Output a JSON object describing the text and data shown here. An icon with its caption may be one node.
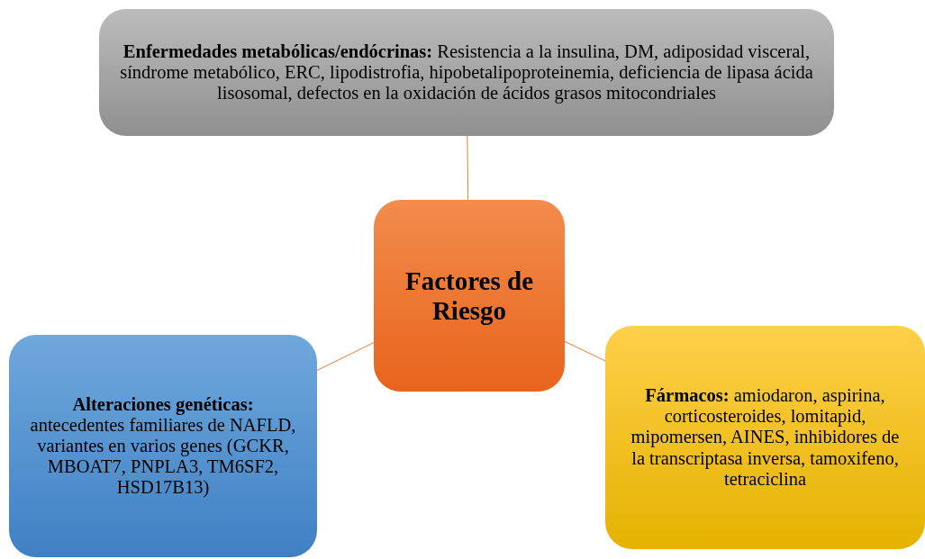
{
  "diagram": {
    "nodes": [
      {
        "text": [
          "Factores de Riesgo"
        ]
      },
      {
        "text": [
          "**Enfermedades metabólicas/endócrinas:** Resistencia a la insulina, DM, adiposidad visceral, síndrome metabólico, ERC, lipodistrofia, hipobetalipoproteinemia, deficiencia de lipasa ácida lisosomal, defectos en la oxidación de ácidos grasos mitocondriales"
        ]
      },
      {
        "text": [
          "Alteraciones genéticas:",
          "antecedentes familiares de NAFLD, variantes en varios genes (GCKR, MBOAT7, PNPLA3, TM6SF2, HSD17B13)"
        ]
      },
      {
        "text": [
          "**Fármacos:** amiodaron, aspirina, corticosteroides, lomitapid, mipomersen, AINES, inhibidores de la transcriptasa inversa, tamoxifeno, tetraciclina"
        ]
      }
    ],
    "edges": [
      {
        "from": 0,
        "to": 1,
        "arrow": "none"
      },
      {
        "from": 0,
        "to": 2,
        "arrow": "none"
      },
      {
        "from": 0,
        "to": 3,
        "arrow": "none"
      }
    ]
  }
}
